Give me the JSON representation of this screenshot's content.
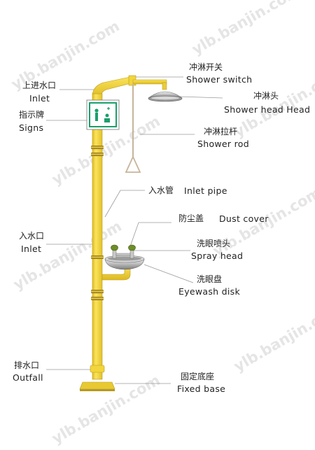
{
  "watermark": "ylb.banjin.com",
  "colors": {
    "pipe": "#f5d840",
    "pipe_edge": "#b89b1a",
    "ring": "#a88b2a",
    "steel": "#c9c9c9",
    "leader": "#999999"
  },
  "labels": {
    "shower_switch": {
      "zh": "冲淋开关",
      "en": "Shower switch"
    },
    "shower_head": {
      "zh": "冲淋头",
      "en": "Shower head Head"
    },
    "shower_rod": {
      "zh": "冲淋拉杆",
      "en": "Shower rod"
    },
    "inlet_pipe": {
      "zh": "入水管",
      "en": "Inlet pipe"
    },
    "dust_cover": {
      "zh": "防尘盖",
      "en": "Dust cover"
    },
    "spray_head": {
      "zh": "洗眼喷头",
      "en": "Spray head"
    },
    "eyewash_disk": {
      "zh": "洗眼盘",
      "en": "Eyewash disk"
    },
    "fixed_base": {
      "zh": "固定底座",
      "en": "Fixed base"
    },
    "top_inlet": {
      "zh": "上进水口",
      "en": "Inlet"
    },
    "signs": {
      "zh": "指示牌",
      "en": "Signs"
    },
    "mid_inlet": {
      "zh": "入水口",
      "en": "Inlet"
    },
    "outfall": {
      "zh": "排水口",
      "en": "Outfall"
    }
  }
}
